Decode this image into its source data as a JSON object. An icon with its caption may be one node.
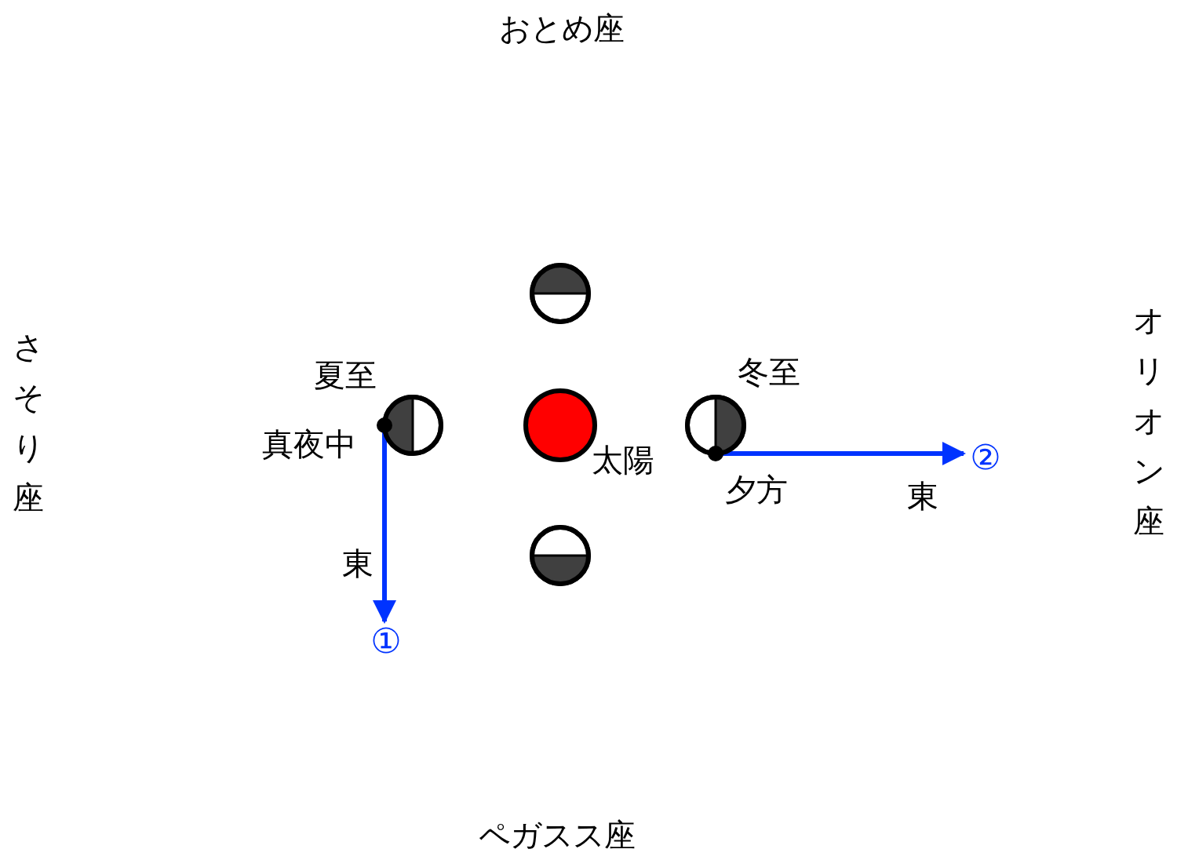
{
  "diagram": {
    "nodes": [
      {
        "text": [],
        "shape": "circle"
      },
      {
        "text": [],
        "shape": "circle",
        "beside": [
          "夏至",
          "真夜中"
        ]
      },
      {
        "text": [],
        "shape": "circle",
        "beside": [
          "太陽"
        ]
      },
      {
        "text": [],
        "shape": "circle",
        "beside": [
          "冬至",
          "夕方"
        ]
      },
      {
        "text": [],
        "shape": "circle"
      },
      {
        "text": [
          "①"
        ]
      },
      {
        "text": [
          "②"
        ]
      }
    ],
    "edges": [
      {
        "from": 1,
        "to": 5,
        "arrow": "to",
        "label": "東"
      },
      {
        "from": 3,
        "to": 6,
        "arrow": "to",
        "label": "東"
      }
    ],
    "labels": [
      "おとめ座",
      "さそり座",
      "オリオン座",
      "ペガスス座"
    ]
  }
}
